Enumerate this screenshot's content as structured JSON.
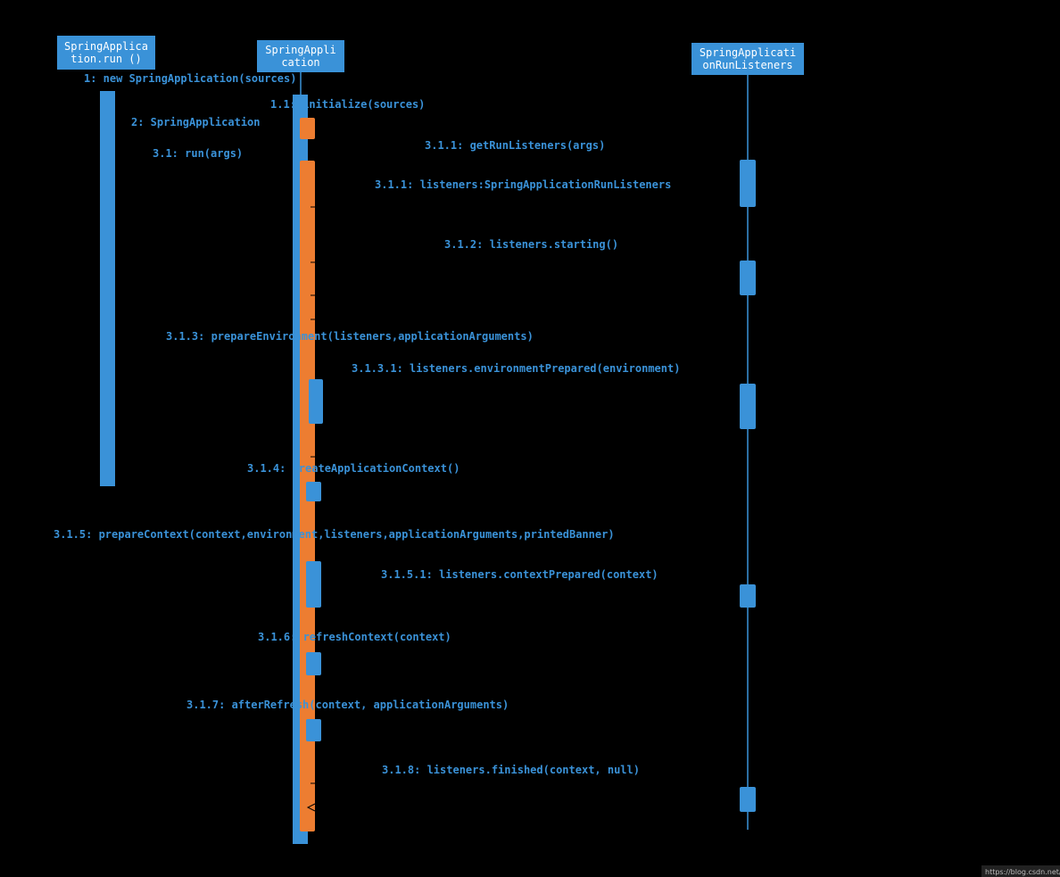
{
  "colors": {
    "background": "#000000",
    "participant": "#3a92d8",
    "activation_blue": "#3a92d8",
    "activation_orange": "#ed7d31",
    "message_text": "#3a92d8",
    "participant_text": "#ffffff"
  },
  "participants": [
    {
      "id": "p1",
      "line1": "SpringApplica",
      "line2": "tion.run ()"
    },
    {
      "id": "p2",
      "line1": "SpringAppli",
      "line2": "cation"
    },
    {
      "id": "p3",
      "line1": "SpringApplicati",
      "line2": "onRunListeners"
    }
  ],
  "messages": [
    {
      "id": "m1",
      "label": "1: new SpringApplication(sources)"
    },
    {
      "id": "m2",
      "label": "1.1: initialize(sources)"
    },
    {
      "id": "m3",
      "label": "2: SpringApplication"
    },
    {
      "id": "m4",
      "label": "3.1.1: getRunListeners(args)"
    },
    {
      "id": "m5",
      "label": "3.1: run(args)"
    },
    {
      "id": "m6",
      "label": "3.1.1: listeners:SpringApplicationRunListeners"
    },
    {
      "id": "m7",
      "label": "3.1.2: listeners.starting()"
    },
    {
      "id": "m8",
      "label": "3.1.3: prepareEnvironment(listeners,applicationArguments)"
    },
    {
      "id": "m9",
      "label": "3.1.3.1: listeners.environmentPrepared(environment)"
    },
    {
      "id": "m10",
      "label": "3.1.4: createApplicationContext()"
    },
    {
      "id": "m11",
      "label": "3.1.5: prepareContext(context,environment,listeners,applicationArguments,printedBanner)"
    },
    {
      "id": "m12",
      "label": "3.1.5.1: listeners.contextPrepared(context)"
    },
    {
      "id": "m13",
      "label": "3.1.6: refreshContext(context)"
    },
    {
      "id": "m14",
      "label": "3.1.7: afterRefresh(context, applicationArguments)"
    },
    {
      "id": "m15",
      "label": "3.1.8: listeners.finished(context, null)"
    }
  ],
  "watermark": "https://blog.csdn.net/"
}
